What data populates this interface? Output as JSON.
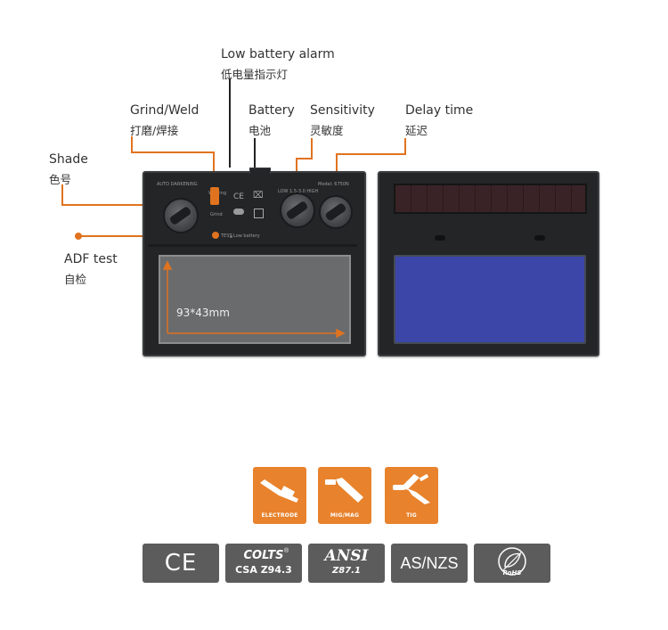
{
  "annotations": {
    "low_battery": {
      "en": "Low battery alarm",
      "cn": "低电量指示灯"
    },
    "grind_weld": {
      "en": "Grind/Weld",
      "cn": "打磨/焊接"
    },
    "battery": {
      "en": "Battery",
      "cn": "电池"
    },
    "sensitivity": {
      "en": "Sensitivity",
      "cn": "灵敏度"
    },
    "delay_time": {
      "en": "Delay time",
      "cn": "延迟"
    },
    "shade": {
      "en": "Shade",
      "cn": "色号"
    },
    "adf_test": {
      "en": "ADF test",
      "cn": "自检"
    }
  },
  "panel": {
    "brand_text": "AUTO DARKENING",
    "weld_text": "Welding",
    "grind_text": "Grind",
    "test_text": "TEST",
    "low_battery_text": "Low battery",
    "model_text": "Model: 6750N",
    "sensitivity_scale": "LOW 1.5-3.0 HIGH",
    "ce_mark": "CE",
    "lens_dimension": "93*43mm"
  },
  "processes": [
    {
      "label": "ELECTRODE",
      "icon": "electrode-icon"
    },
    {
      "label": "MIG/MAG",
      "icon": "mig-mag-torch-icon"
    },
    {
      "label": "TIG",
      "icon": "tig-torch-icon"
    }
  ],
  "certifications": {
    "ce": "CE",
    "colts": "COLTS",
    "csa": "CSA Z94.3",
    "ansi": "ANSI",
    "ansi_std": "Z87.1",
    "asnzs": "AS/NZS",
    "rohs": "RoHS"
  },
  "colors": {
    "accent": "#e8822c",
    "lens_blue": "#3b46a8",
    "badge_gray": "#5c5c5c"
  }
}
